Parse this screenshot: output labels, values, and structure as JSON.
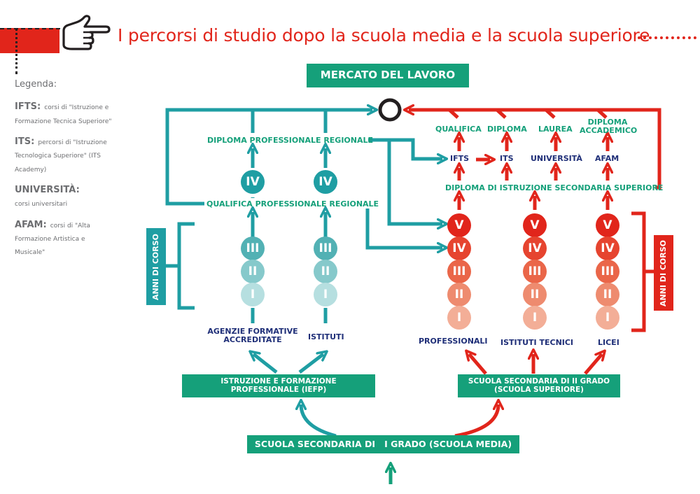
{
  "header": {
    "title": "I percorsi di studio dopo la scuola media e la scuola superiore",
    "pointer_icon": "pointing-hand-icon"
  },
  "legend": {
    "heading": "Legenda:",
    "items": [
      {
        "key": "IFTS:",
        "desc": "corsi di \"Istruzione e Formazione Tecnica Superiore\""
      },
      {
        "key": "ITS:",
        "desc": "percorsi di \"Istruzione Tecnologica Superiore\" (ITS Academy)"
      },
      {
        "key": "UNIVERSITÀ:",
        "desc": "corsi universitari"
      },
      {
        "key": "AFAM:",
        "desc": "corsi di \"Alta Formazione Artistica e Musicale\""
      }
    ]
  },
  "colors": {
    "green": "#15a07a",
    "teal": "#1f9ea3",
    "red": "#e1251b",
    "navy": "#1f2f78"
  },
  "diagram": {
    "mercato": "MERCATO DEL LAVORO",
    "scuola_media": "SCUOLA SECONDARIA DI   I GRADO (SCUOLA MEDIA)",
    "iefp": "ISTRUZIONE E FORMAZIONE PROFESSIONALE (IEFP)",
    "secondaria_ii": "SCUOLA SECONDARIA DI II GRADO (SCUOLA SUPERIORE)",
    "agenzie": "AGENZIE FORMATIVE ACCREDITATE",
    "istituti": "ISTITUTI",
    "professionali": "PROFESSIONALI",
    "istituti_tecnici": "ISTITUTI TECNICI",
    "licei": "LICEI",
    "qualifica_prof": "QUALIFICA PROFESSIONALE REGIONALE",
    "diploma_prof": "DIPLOMA PROFESSIONALE REGIONALE",
    "diploma_sec_sup": "DIPLOMA DI ISTRUZIONE SECONDARIA SUPERIORE",
    "anni_di_corso": "ANNI DI CORSO",
    "post_diploma": [
      "IFTS",
      "ITS",
      "UNIVERSITÀ",
      "AFAM"
    ],
    "outcomes": [
      "QUALIFICA",
      "DIPLOMA",
      "LAUREA",
      "DIPLOMA ACCADEMICO"
    ],
    "years_iefp": [
      "I",
      "II",
      "III",
      "IV"
    ],
    "years_sup": [
      "I",
      "II",
      "III",
      "IV",
      "V"
    ]
  }
}
